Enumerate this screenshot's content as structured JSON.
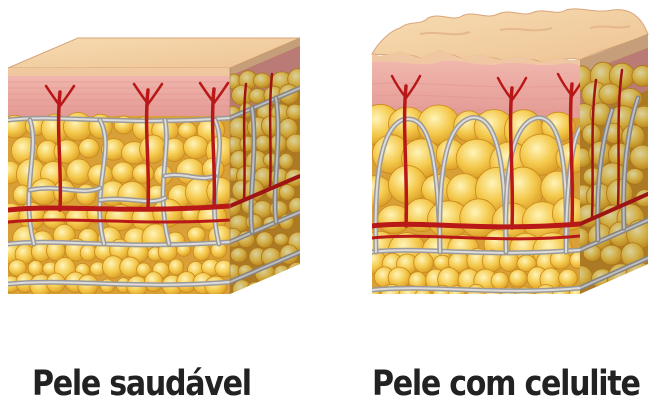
{
  "labels": {
    "healthy": "Pele saudável",
    "cellulite": "Pele com celulite"
  },
  "colors": {
    "epidermis_top": "#f2d2a5",
    "epidermis_edge": "#e8b98a",
    "dermis": "#e9a7a1",
    "dermis_stripe": "#d9847f",
    "fat_cell": "#f4c94c",
    "fat_highlight": "#fff3b8",
    "fat_shadow": "#e0a62a",
    "fat_background": "#d9a037",
    "septa": "#b7b5b3",
    "vessel": "#c51d1d",
    "caption_text": "#222222"
  },
  "icons": [
    "healthy-skin-cross-section",
    "cellulite-skin-cross-section"
  ]
}
